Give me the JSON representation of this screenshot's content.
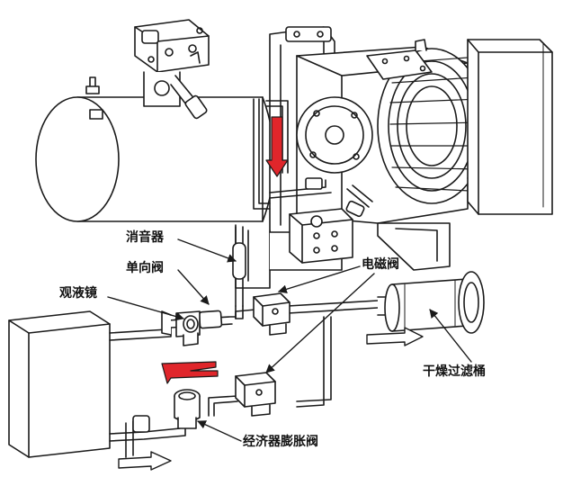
{
  "labels": {
    "muffler": "消音器",
    "check_valve": "单向阀",
    "sight_glass": "观液镜",
    "solenoid_valve": "电磁阀",
    "dryer_filter": "干燥过滤桶",
    "economizer_expansion_valve": "经济器膨胀阀"
  },
  "colors": {
    "line": "#1a1a1a",
    "flow_arrow_red": "#e0262b",
    "flow_arrow_outline": "#1a1a1a",
    "background": "#ffffff"
  }
}
